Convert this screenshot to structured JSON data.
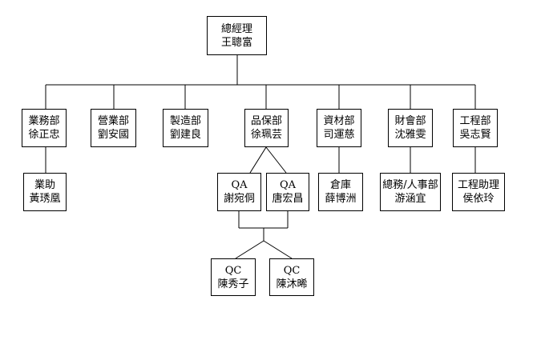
{
  "gm": {
    "title": "總經理",
    "name": "王聰富"
  },
  "departments": [
    {
      "key": "business",
      "title": "業務部",
      "name": "徐正忠"
    },
    {
      "key": "sales",
      "title": "營業部",
      "name": "劉安國"
    },
    {
      "key": "manufacturing",
      "title": "製造部",
      "name": "劉建良"
    },
    {
      "key": "qa",
      "title": "品保部",
      "name": "徐珮芸"
    },
    {
      "key": "materials",
      "title": "資材部",
      "name": "司運慈"
    },
    {
      "key": "finance",
      "title": "財會部",
      "name": "沈雅雯"
    },
    {
      "key": "engineering",
      "title": "工程部",
      "name": "吳志賢"
    }
  ],
  "subordinates": {
    "business_assistant": {
      "title": "業助",
      "name": "黃琇凰"
    },
    "qa1": {
      "title": "QA",
      "name": "謝宛侗"
    },
    "qa2": {
      "title": "QA",
      "name": "唐宏昌"
    },
    "warehouse": {
      "title": "倉庫",
      "name": "薛博洲"
    },
    "general_hr": {
      "title": "總務/人事部",
      "name": "游涵宜"
    },
    "eng_assistant": {
      "title": "工程助理",
      "name": "侯依玲"
    },
    "qc1": {
      "title": "QC",
      "name": "陳秀子"
    },
    "qc2": {
      "title": "QC",
      "name": "陳沐晞"
    }
  }
}
